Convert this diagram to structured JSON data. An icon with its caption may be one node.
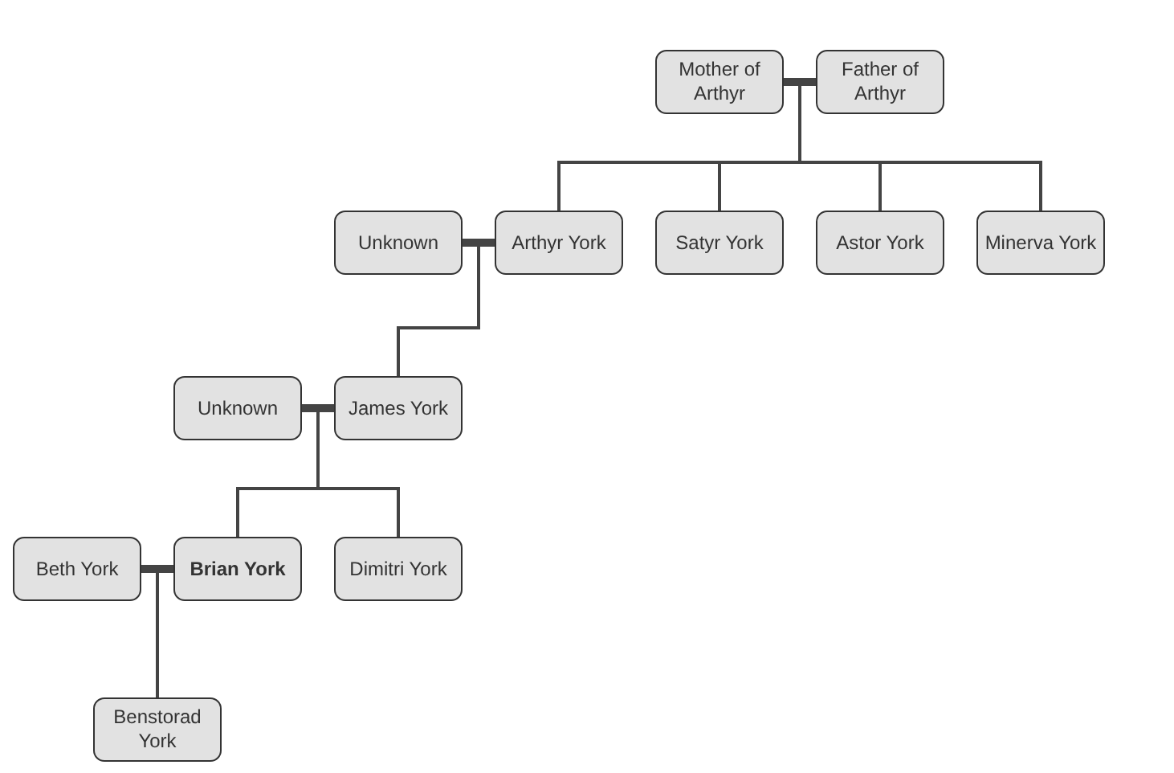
{
  "diagram": {
    "nodes": [
      {
        "text": [
          "Mother of Arthyr"
        ]
      },
      {
        "text": [
          "Father of Arthyr"
        ]
      },
      {
        "text": [
          "Unknown"
        ]
      },
      {
        "text": [
          "Arthyr York"
        ]
      },
      {
        "text": [
          "Satyr York"
        ]
      },
      {
        "text": [
          "Astor York"
        ]
      },
      {
        "text": [
          "Minerva York"
        ]
      },
      {
        "text": [
          "Unknown"
        ]
      },
      {
        "text": [
          "James York"
        ]
      },
      {
        "text": [
          "Beth York"
        ]
      },
      {
        "text": [
          "Brian York"
        ]
      },
      {
        "text": [
          "Dimitri York"
        ]
      },
      {
        "text": [
          "Benstorad York"
        ]
      }
    ],
    "edges": [
      {
        "from": 0,
        "to": 1,
        "arrow": "none",
        "style": "thick"
      },
      {
        "from": 0,
        "to": 3,
        "arrow": "none"
      },
      {
        "from": 1,
        "to": 3,
        "arrow": "none"
      },
      {
        "from": 0,
        "to": 4,
        "arrow": "none"
      },
      {
        "from": 1,
        "to": 4,
        "arrow": "none"
      },
      {
        "from": 0,
        "to": 5,
        "arrow": "none"
      },
      {
        "from": 1,
        "to": 5,
        "arrow": "none"
      },
      {
        "from": 0,
        "to": 6,
        "arrow": "none"
      },
      {
        "from": 1,
        "to": 6,
        "arrow": "none"
      },
      {
        "from": 2,
        "to": 3,
        "arrow": "none",
        "style": "thick"
      },
      {
        "from": 2,
        "to": 8,
        "arrow": "none"
      },
      {
        "from": 3,
        "to": 8,
        "arrow": "none"
      },
      {
        "from": 7,
        "to": 8,
        "arrow": "none",
        "style": "thick"
      },
      {
        "from": 7,
        "to": 10,
        "arrow": "none"
      },
      {
        "from": 8,
        "to": 10,
        "arrow": "none"
      },
      {
        "from": 7,
        "to": 11,
        "arrow": "none"
      },
      {
        "from": 8,
        "to": 11,
        "arrow": "none"
      },
      {
        "from": 9,
        "to": 10,
        "arrow": "none",
        "style": "thick"
      },
      {
        "from": 9,
        "to": 12,
        "arrow": "none"
      },
      {
        "from": 10,
        "to": 12,
        "arrow": "none"
      }
    ]
  }
}
